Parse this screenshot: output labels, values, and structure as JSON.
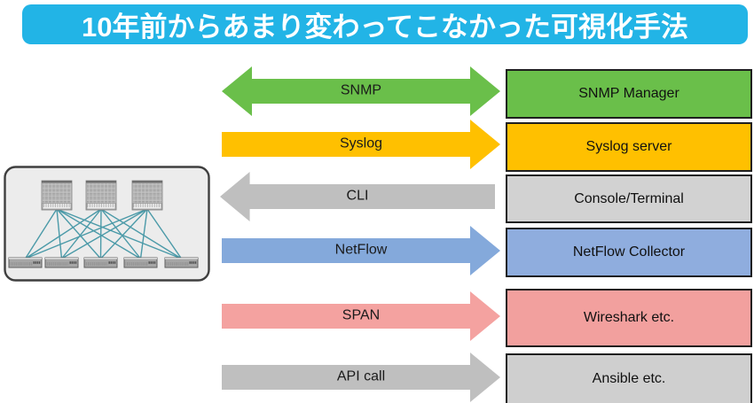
{
  "title": {
    "text": "10年前からあまり変わってこなかった可視化手法",
    "bg_color": "#22b4e6",
    "text_color": "#ffffff"
  },
  "diagram": {
    "description": "spine-leaf-network-topology",
    "spine_count": 3,
    "leaf_count": 5,
    "link_color": "#4b9aa8",
    "panel_color": "#ececec"
  },
  "rows": [
    {
      "arrow_label": "SNMP",
      "arrow_direction": "both",
      "arrow_color": "#6abf4a",
      "box_label": "SNMP Manager",
      "box_color": "#6abf4a"
    },
    {
      "arrow_label": "Syslog",
      "arrow_direction": "right",
      "arrow_color": "#ffc000",
      "box_label": "Syslog server",
      "box_color": "#ffc000"
    },
    {
      "arrow_label": "CLI",
      "arrow_direction": "left",
      "arrow_color": "#bfbfbf",
      "box_label": "Console/Terminal",
      "box_color": "#d2d2d2"
    },
    {
      "arrow_label": "NetFlow",
      "arrow_direction": "right",
      "arrow_color": "#84a9db",
      "box_label": "NetFlow Collector",
      "box_color": "#8fadde"
    },
    {
      "arrow_label": "SPAN",
      "arrow_direction": "right",
      "arrow_color": "#f4a2a0",
      "box_label": "Wireshark etc.",
      "box_color": "#f2a09e"
    },
    {
      "arrow_label": "API call",
      "arrow_direction": "right",
      "arrow_color": "#bfbfbf",
      "box_label": "Ansible etc.",
      "box_color": "#cfcfcf"
    }
  ]
}
